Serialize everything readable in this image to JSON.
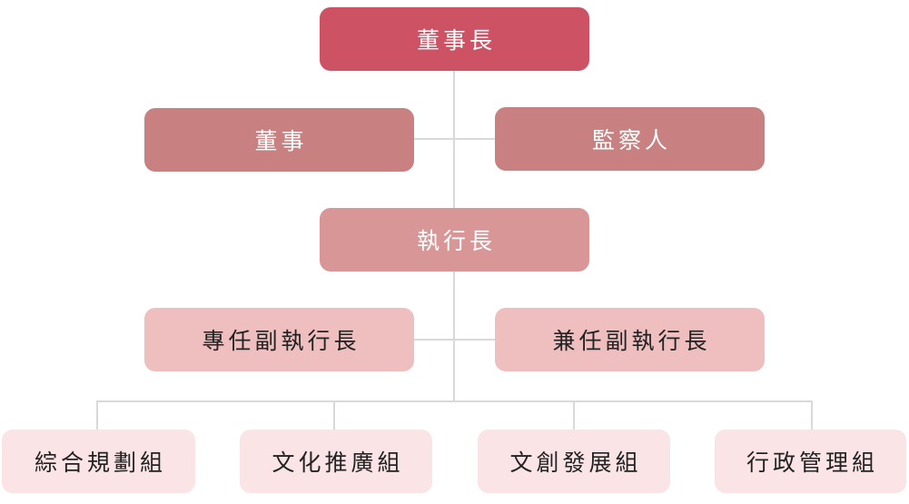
{
  "chairman": {
    "label": "董事長"
  },
  "board": {
    "director": {
      "label": "董事"
    },
    "supervisor": {
      "label": "監察人"
    }
  },
  "ceo": {
    "label": "執行長"
  },
  "deputies": {
    "fulltime": {
      "label": "專任副執行長"
    },
    "parttime": {
      "label": "兼任副執行長"
    }
  },
  "groups": [
    {
      "label": "綜合規劃組"
    },
    {
      "label": "文化推廣組"
    },
    {
      "label": "文創發展組"
    },
    {
      "label": "行政管理組"
    }
  ],
  "colors": {
    "chairman": "#cc5264",
    "board": "#c98080",
    "ceo": "#d99697",
    "deputies": "#efbfbf",
    "groups": "#fbe4e5",
    "connector": "#d9d9d9"
  }
}
